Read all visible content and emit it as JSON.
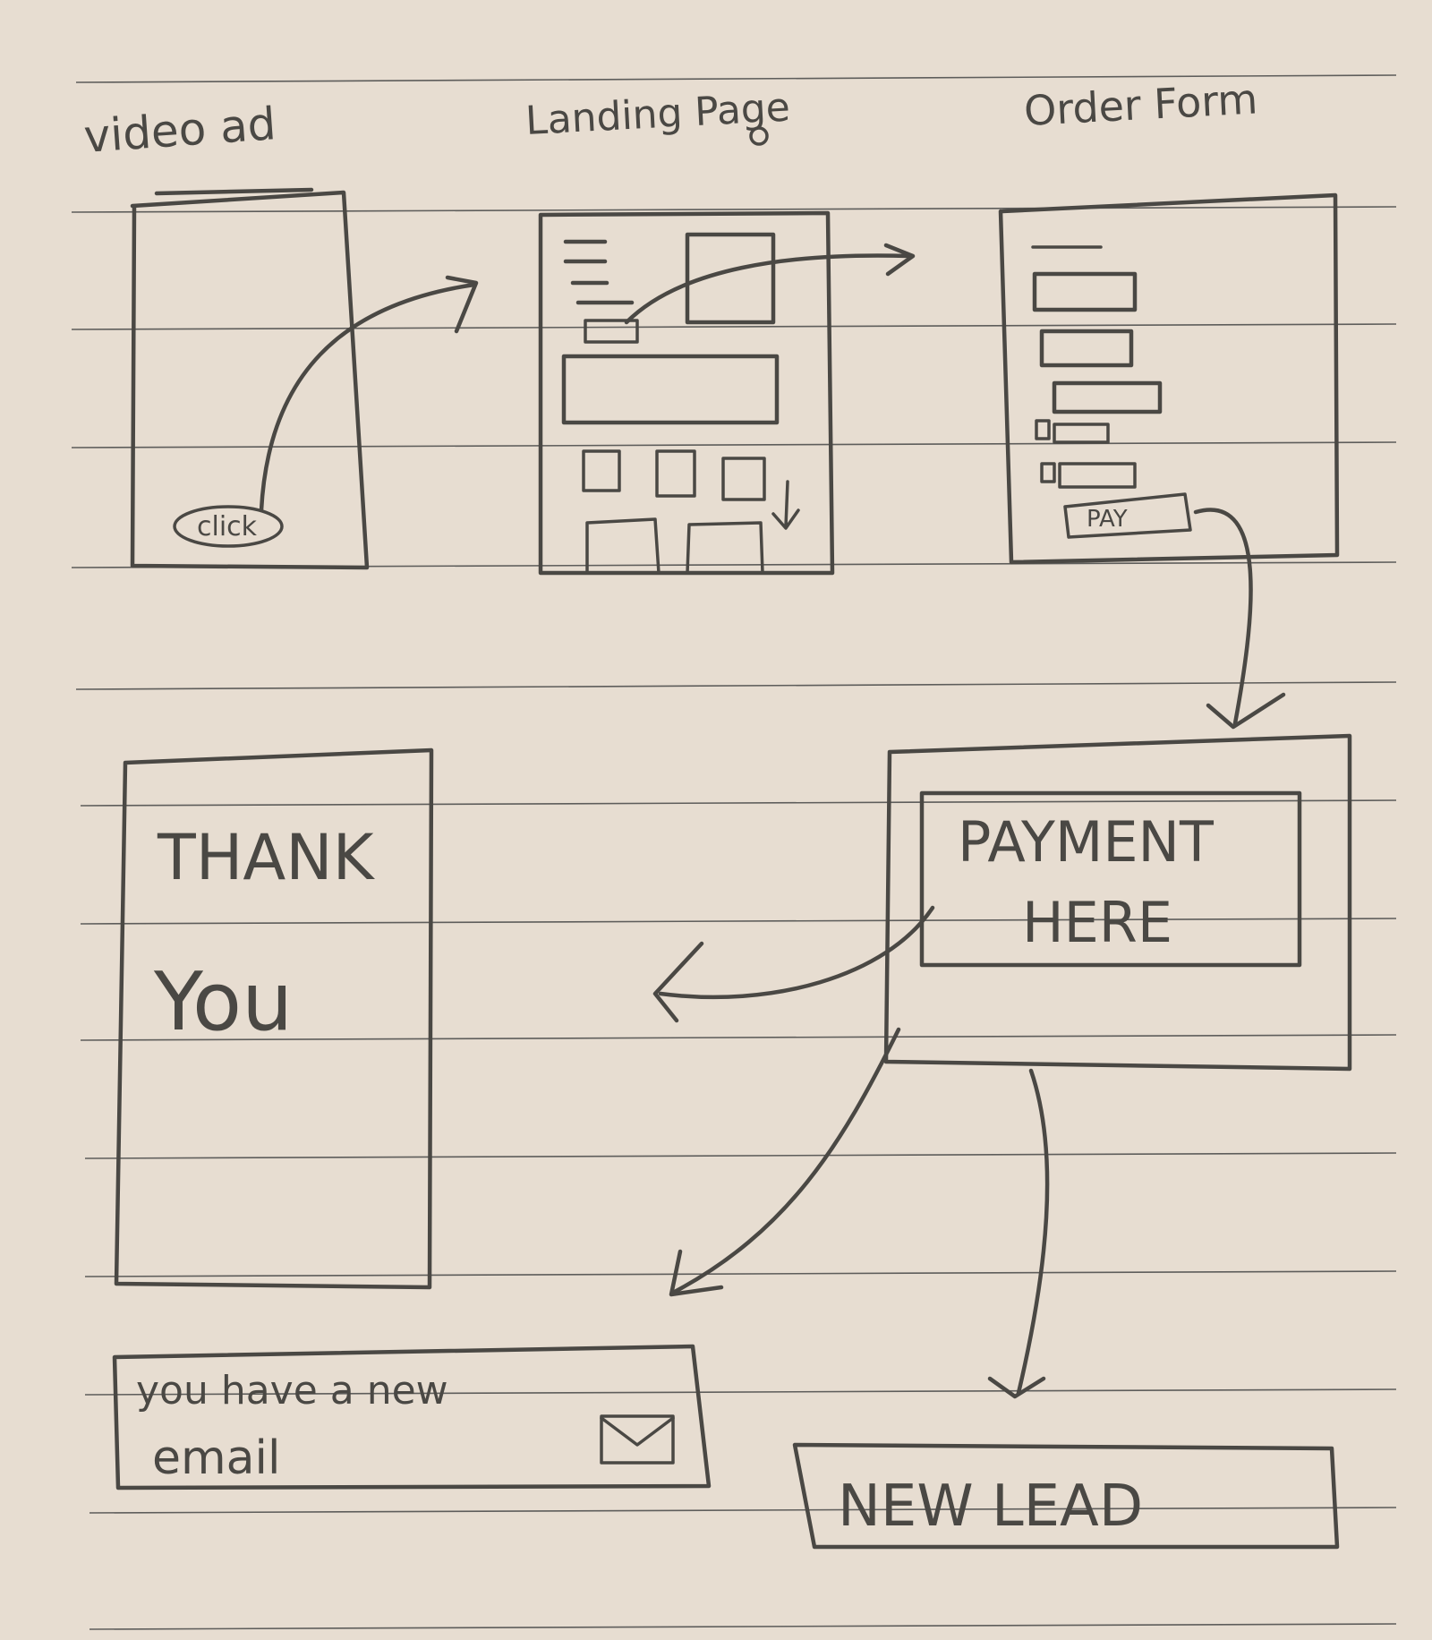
{
  "labels": {
    "video_ad_title": "video ad",
    "click_button": "click",
    "landing_page_title": "Landing Page",
    "order_form_title": "Order Form",
    "pay_button": "PAY",
    "payment_line1": "PAYMENT",
    "payment_line2": "HERE",
    "thank_line1": "THANK",
    "thank_line2": "You",
    "email_line1": "you have a new",
    "email_line2": "email",
    "new_lead": "NEW LEAD"
  },
  "icons": [
    "envelope-icon",
    "arrow-icon",
    "checkbox-icon"
  ],
  "colors": {
    "paper": "#e7ddd1",
    "ink": "#4a4844"
  }
}
